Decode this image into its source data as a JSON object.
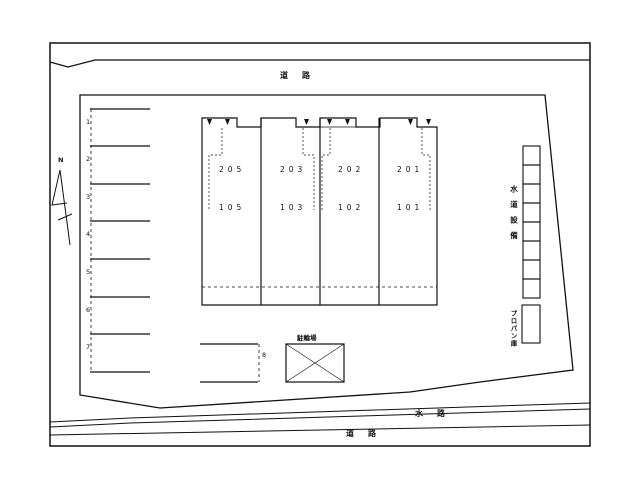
{
  "roads": {
    "top": "道路",
    "bottom": "道路",
    "canal": "水路"
  },
  "north": "N",
  "bicycle_parking": "駐輪場",
  "parking_numbers": [
    "1",
    "2",
    "3",
    "4",
    "5",
    "6",
    "7",
    "8"
  ],
  "units_upper": [
    "205",
    "203",
    "202",
    "201"
  ],
  "units_lower": [
    "105",
    "103",
    "102",
    "101"
  ],
  "laundry": "水道設備",
  "propane": "プロパン庫"
}
